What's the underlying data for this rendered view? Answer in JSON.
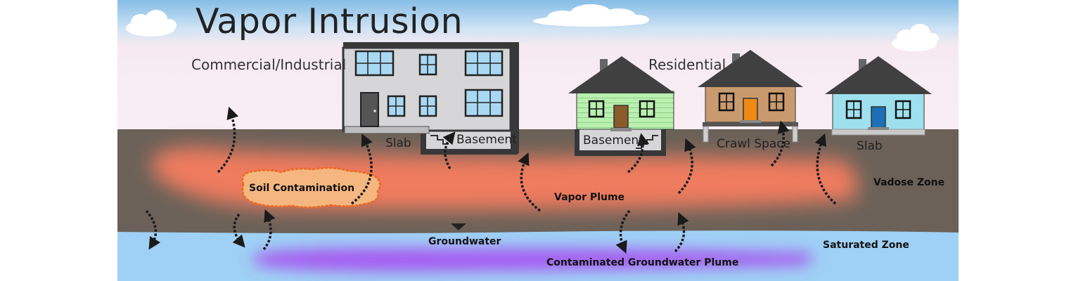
{
  "title": "Vapor Intrusion",
  "categories": {
    "commercial": "Commercial/Industrial",
    "residential": "Residential"
  },
  "foundation_labels": {
    "slab_commercial": "Slab",
    "basement_commercial": "Basement",
    "basement_residential": "Basement",
    "crawl_space": "Crawl Space",
    "slab_residential": "Slab"
  },
  "subsurface_labels": {
    "soil_contamination": "Soil Contamination",
    "vapor_plume": "Vapor Plume",
    "vadose_zone": "Vadose Zone",
    "groundwater": "Groundwater",
    "saturated_zone": "Saturated Zone",
    "contaminated_groundwater_plume": "Contaminated Groundwater Plume"
  },
  "colors": {
    "sky_top": "#8fc3e6",
    "sky_bottom": "#f7ecf1",
    "soil": "#6b6158",
    "vapor_plume": "#f07b5e",
    "soil_contamination": "#f5b77f",
    "groundwater": "#9fd0f5",
    "groundwater_plume": "#a55cf0",
    "roof": "#404040",
    "house_green": "#b9f0b0",
    "house_tan": "#c99a6e",
    "house_blue": "#9ee0ee",
    "commercial_wall": "#d6d6d8",
    "window_blue": "#a9d8f3"
  }
}
